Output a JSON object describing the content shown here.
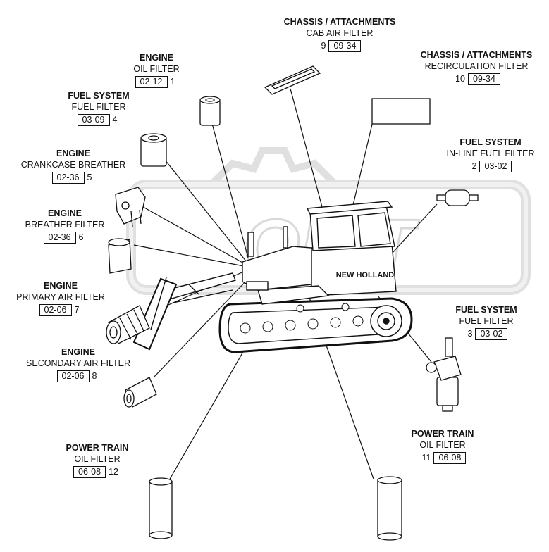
{
  "callouts": [
    {
      "id": "1",
      "category": "ENGINE",
      "description": "OIL FILTER",
      "ref": "02-12"
    },
    {
      "id": "2",
      "category": "FUEL SYSTEM",
      "description": "IN-LINE FUEL FILTER",
      "ref": "03-02"
    },
    {
      "id": "3",
      "category": "FUEL SYSTEM",
      "description": "FUEL FILTER",
      "ref": "03-02"
    },
    {
      "id": "4",
      "category": "FUEL SYSTEM",
      "description": "FUEL FILTER",
      "ref": "03-09"
    },
    {
      "id": "5",
      "category": "ENGINE",
      "description": "CRANKCASE BREATHER",
      "ref": "02-36"
    },
    {
      "id": "6",
      "category": "ENGINE",
      "description": "BREATHER FILTER",
      "ref": "02-36"
    },
    {
      "id": "7",
      "category": "ENGINE",
      "description": "PRIMARY AIR FILTER",
      "ref": "02-06"
    },
    {
      "id": "8",
      "category": "ENGINE",
      "description": "SECONDARY AIR FILTER",
      "ref": "02-06"
    },
    {
      "id": "9",
      "category": "CHASSIS / ATTACHMENTS",
      "description": "CAB AIR FILTER",
      "ref": "09-34"
    },
    {
      "id": "10",
      "category": "CHASSIS / ATTACHMENTS",
      "description": "RECIRCULATION FILTER",
      "ref": "09-34"
    },
    {
      "id": "11",
      "category": "POWER TRAIN",
      "description": "OIL FILTER",
      "ref": "06-08"
    },
    {
      "id": "12",
      "category": "POWER TRAIN",
      "description": "OIL FILTER",
      "ref": "06-08"
    }
  ],
  "machine": {
    "brand": "NEW HOLLAND"
  },
  "watermark": {
    "text": "OPIT"
  }
}
